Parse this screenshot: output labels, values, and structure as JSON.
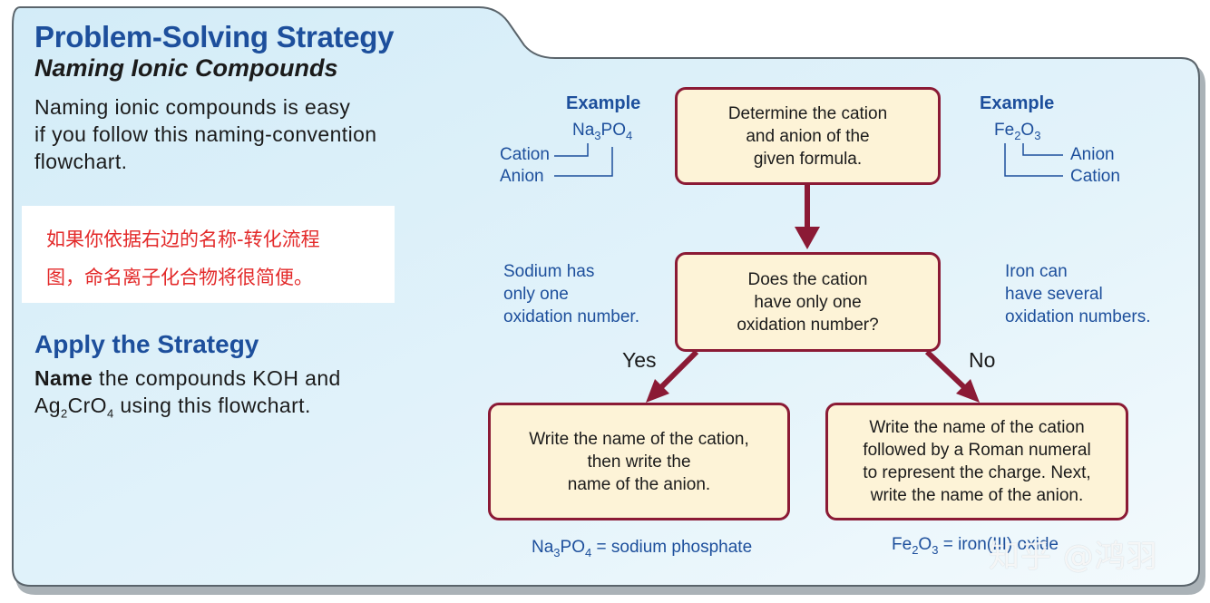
{
  "header": {
    "title": "Problem-Solving Strategy",
    "subtitle": "Naming Ionic Compounds"
  },
  "intro": {
    "lines": [
      "Naming ionic compounds is easy",
      "if you follow this naming-convention",
      "flowchart."
    ]
  },
  "note": {
    "lines": [
      "如果你依据右边的名称-转化流程",
      "图，命名离子化合物将很简便。"
    ]
  },
  "apply": {
    "title": "Apply the Strategy",
    "bold_word": "Name",
    "line1_rest": " the compounds KOH and",
    "line2_a": "Ag",
    "line2_sub1": "2",
    "line2_b": "CrO",
    "line2_sub2": "4",
    "line2_rest": " using this flowchart."
  },
  "flowchart": {
    "box1": [
      "Determine the cation",
      "and anion of the",
      "given formula."
    ],
    "box2": [
      "Does the cation",
      "have only one",
      "oxidation number?"
    ],
    "box3": [
      "Write the name of the cation,",
      "then write the",
      "name of the anion."
    ],
    "box4": [
      "Write the name of the cation",
      "followed by a Roman numeral",
      "to represent the charge. Next,",
      "write the name of the anion."
    ],
    "yes_label": "Yes",
    "no_label": "No"
  },
  "left_example": {
    "label": "Example",
    "formula": {
      "a": "Na",
      "s1": "3",
      "b": "PO",
      "s2": "4"
    },
    "cation_label": "Cation",
    "anion_label": "Anion",
    "note": [
      "Sodium has",
      "only one",
      "oxidation number."
    ],
    "result": {
      "a": "Na",
      "s1": "3",
      "b": "PO",
      "s2": "4",
      "rest": " = sodium phosphate"
    }
  },
  "right_example": {
    "label": "Example",
    "formula": {
      "a": "Fe",
      "s1": "2",
      "b": "O",
      "s2": "3"
    },
    "anion_label": "Anion",
    "cation_label": "Cation",
    "note": [
      "Iron can",
      "have several",
      "oxidation numbers."
    ],
    "result": {
      "a": "Fe",
      "s1": "2",
      "b": "O",
      "s2": "3",
      "rest": " = iron(III) oxide"
    }
  },
  "watermark": "知乎 @鸿羽",
  "colors": {
    "accent_blue": "#1d4f9c",
    "box_border": "#8b1a35",
    "box_fill": "#fdf3d7",
    "arrow": "#8b1a35",
    "note_text": "#e32a2a"
  }
}
